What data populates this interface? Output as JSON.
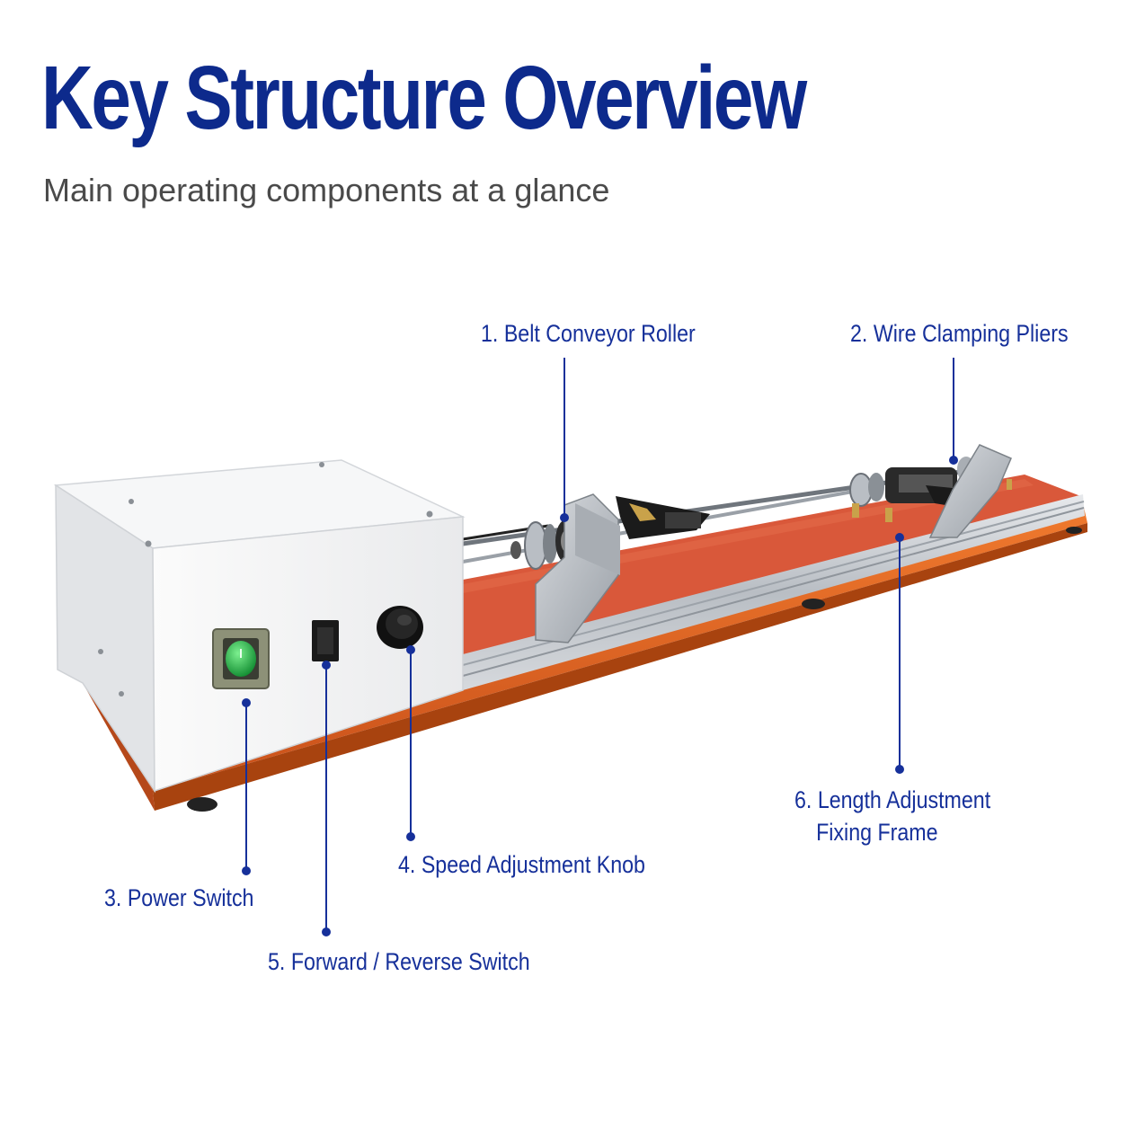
{
  "header": {
    "title": "Key Structure Overview",
    "subtitle": "Main operating components at a glance"
  },
  "colors": {
    "title": "#0d2a8c",
    "subtitle": "#4a4a4a",
    "callout": "#16309a",
    "base_orange": "#e8651f",
    "belt": "#d9583a",
    "rail": "#c9cdd2",
    "housing": "#f2f3f4",
    "power_switch": "#1fb84a"
  },
  "callouts": [
    {
      "id": "belt-conveyor-roller",
      "label": "1. Belt Conveyor Roller"
    },
    {
      "id": "wire-clamping-pliers",
      "label": "2. Wire Clamping Pliers"
    },
    {
      "id": "power-switch",
      "label": "3. Power Switch"
    },
    {
      "id": "speed-adjustment-knob",
      "label": "4. Speed Adjustment Knob"
    },
    {
      "id": "forward-reverse-switch",
      "label": "5. Forward / Reverse Switch"
    },
    {
      "id": "length-adjustment-fixing-frame",
      "label_line1": "6. Length Adjustment",
      "label_line2": "Fixing Frame"
    }
  ]
}
